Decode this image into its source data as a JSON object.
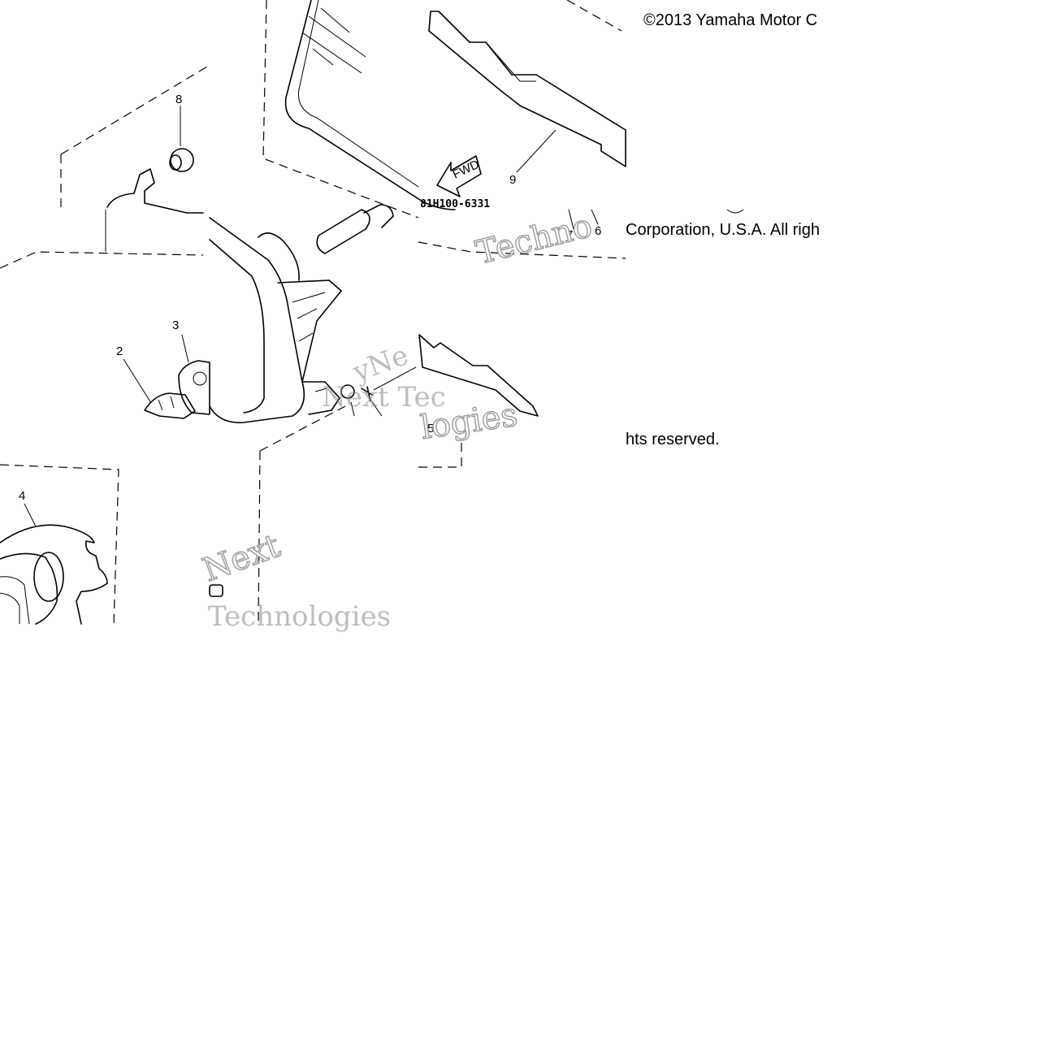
{
  "copyright": {
    "line1": "©2013 Yamaha Motor C",
    "line2": "Corporation, U.S.A. All righ",
    "line3": "hts reserved."
  },
  "drawing": {
    "part_number": "81H100-6331",
    "fwd_arrow_label": "FWD",
    "callouts": [
      "2",
      "3",
      "4",
      "5",
      "6",
      "7",
      "8",
      "9"
    ]
  },
  "watermarks": [
    "Techno",
    "Next",
    "Technologies",
    "Next Tec",
    "logies",
    "yNe"
  ]
}
